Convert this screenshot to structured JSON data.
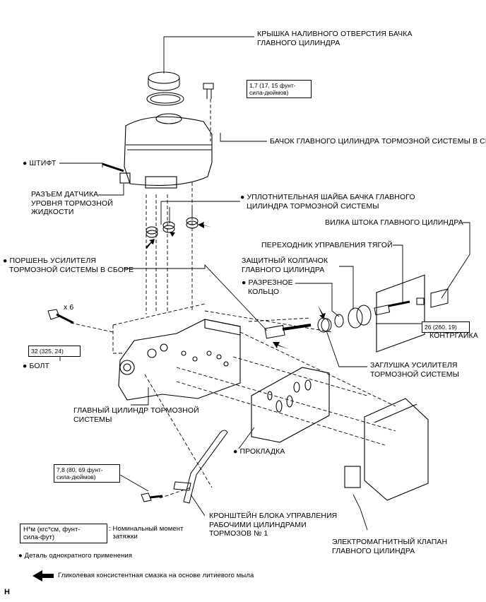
{
  "labels": {
    "reservoir_cap": "КРЫШКА НАЛИВНОГО ОТВЕРСТИЯ БАЧКА\nГЛАВНОГО ЦИЛИНДРА",
    "reservoir_assy": "БАЧОК ГЛАВНОГО ЦИЛИНДРА ТОРМОЗНОЙ СИСТЕМЫ В СБОРЕ",
    "pin": "● ШТИФТ",
    "level_sensor": "РАЗЪЕМ ДАТЧИКА\nУРОВНЯ ТОРМОЗНОЙ\nЖИДКОСТИ",
    "grommet": "● УПЛОТНИТЕЛЬНАЯ ШАЙБА БАЧКА ГЛАВНОГО\n   ЦИЛИНДРА ТОРМОЗНОЙ СИСТЕМЫ",
    "push_rod_clevis": "ВИЛКА ШТОКА ГЛАВНОГО ЦИЛИНДРА",
    "operating_adapter": "ПЕРЕХОДНИК УПРАВЛЕНИЯ ТЯГОЙ",
    "boot": "ЗАЩИТНЫЙ КОЛПАЧОК\nГЛАВНОГО ЦИЛИНДРА",
    "piston": "● ПОРШЕНЬ УСИЛИТЕЛЯ\n   ТОРМОЗНОЙ СИСТЕМЫ В СБОРЕ",
    "snap_ring": "● РАЗРЕЗНОЕ\n   КОЛЬЦО",
    "locknut": "КОНТРГАЙКА",
    "plug": "ЗАГЛУШКА УСИЛИТЕЛЯ\nТОРМОЗНОЙ СИСТЕМЫ",
    "bolt": "● БОЛТ",
    "master_cylinder": "ГЛАВНЫЙ ЦИЛИНДР ТОРМОЗНОЙ\nСИСТЕМЫ",
    "gasket": "● ПРОКЛАДКА",
    "bracket": "КРОНШТЕЙН БЛОКА УПРАВЛЕНИЯ\nРАБОЧИМИ ЦИЛИНДРАМИ\nТОРМОЗОВ № 1",
    "solenoid": "ЭЛЕКТРОМАГНИТНЫЙ КЛАПАН\nГЛАВНОГО ЦИЛИНДРА",
    "qty_bolts": "x 6"
  },
  "torque": {
    "reservoir_screw": "1,7 (17, 15 фунт-\nсила-дюймов)",
    "bolt": "32 (325, 24)",
    "locknut": "26 (260, 19)",
    "bracket_bolt": "7,8 (80, 69 фунт-\nсила-дюймов)"
  },
  "legend": {
    "unit_box": "Н*м (кгс*см, фунт-\nсила-фут)",
    "unit_desc": ": Номинальный момент\n  затяжки",
    "non_reusable": "● Деталь однократного применения",
    "grease": "Гликолевая консистентная смазка на основе литиевого мыла"
  },
  "corner_mark": "H"
}
